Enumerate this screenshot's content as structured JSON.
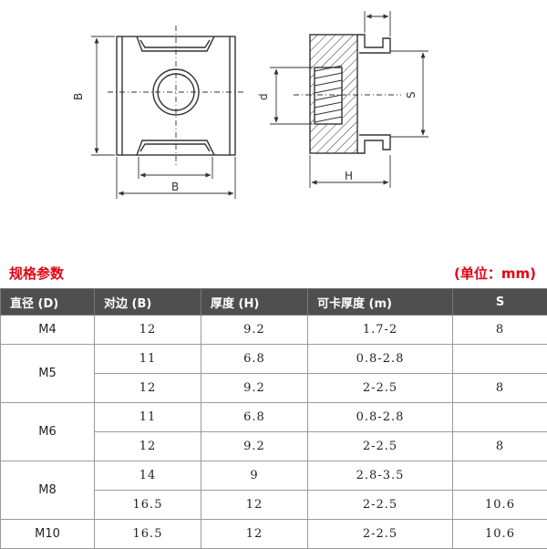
{
  "drawing": {
    "labels": {
      "front_height": "B",
      "front_width": "B",
      "side_hole": "d",
      "side_slot": "S",
      "side_depth": "H"
    }
  },
  "spec": {
    "title": "规格参数",
    "unit": "(单位：mm)",
    "columns": [
      "直径 (D)",
      "对边 (B)",
      "厚度 (H)",
      "可卡厚度 (m)",
      "S"
    ],
    "groups": [
      {
        "d": "M4",
        "rows": [
          {
            "b": "12",
            "h": "9.2",
            "m": "1.7-2",
            "s": "8"
          }
        ]
      },
      {
        "d": "M5",
        "rows": [
          {
            "b": "11",
            "h": "6.8",
            "m": "0.8-2.8",
            "s": ""
          },
          {
            "b": "12",
            "h": "9.2",
            "m": "2-2.5",
            "s": "8"
          }
        ]
      },
      {
        "d": "M6",
        "rows": [
          {
            "b": "11",
            "h": "6.8",
            "m": "0.8-2.8",
            "s": ""
          },
          {
            "b": "12",
            "h": "9.2",
            "m": "2-2.5",
            "s": "8"
          }
        ]
      },
      {
        "d": "M8",
        "rows": [
          {
            "b": "14",
            "h": "9",
            "m": "2.8-3.5",
            "s": ""
          },
          {
            "b": "16.5",
            "h": "12",
            "m": "2-2.5",
            "s": "10.6"
          }
        ]
      },
      {
        "d": "M10",
        "rows": [
          {
            "b": "16.5",
            "h": "12",
            "m": "2-2.5",
            "s": "10.6"
          }
        ]
      }
    ]
  }
}
